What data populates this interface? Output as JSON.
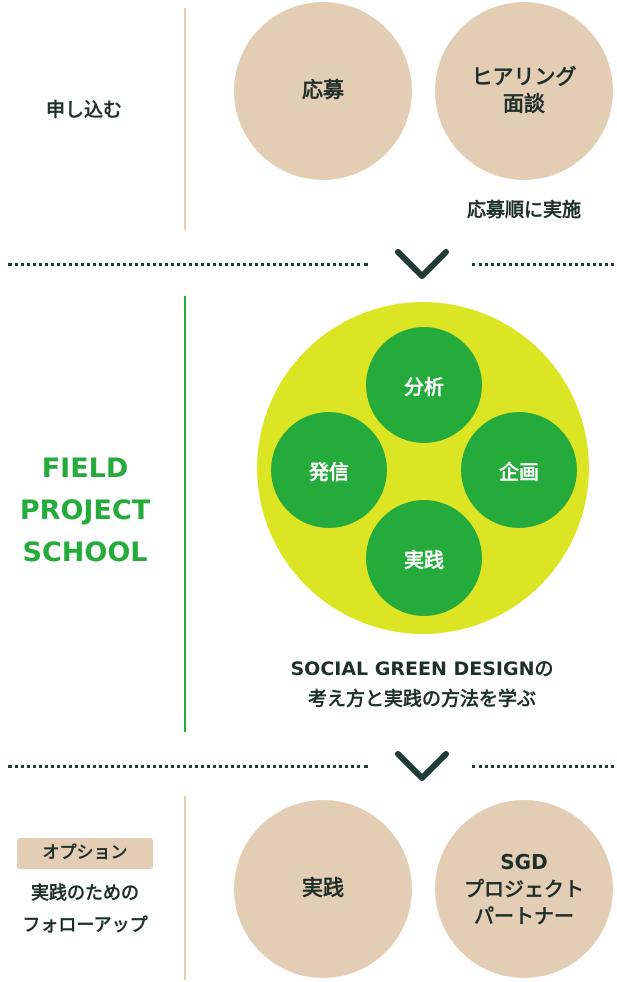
{
  "section1": {
    "label": "申し込む",
    "steps": [
      "応募",
      "ヒアリング\n面談"
    ],
    "note": "応募順に実施"
  },
  "section2": {
    "title_lines": [
      "FIELD",
      "PROJECT",
      "SCHOOL"
    ],
    "cycle": {
      "top": "分析",
      "right": "企画",
      "bottom": "実践",
      "left": "発信"
    },
    "caption_lines": [
      "SOCIAL GREEN DESIGNの",
      "考え方と実践の方法を学ぶ"
    ]
  },
  "section3": {
    "badge": "オプション",
    "label_lines": [
      "実践のための",
      "フォローアップ"
    ],
    "steps": [
      "実践",
      "SGD\nプロジェクト\nパートナー"
    ]
  },
  "colors": {
    "beige": "#e3cdb5",
    "green": "#25ab3c",
    "lime": "#dce524",
    "dark": "#1f3b35"
  }
}
